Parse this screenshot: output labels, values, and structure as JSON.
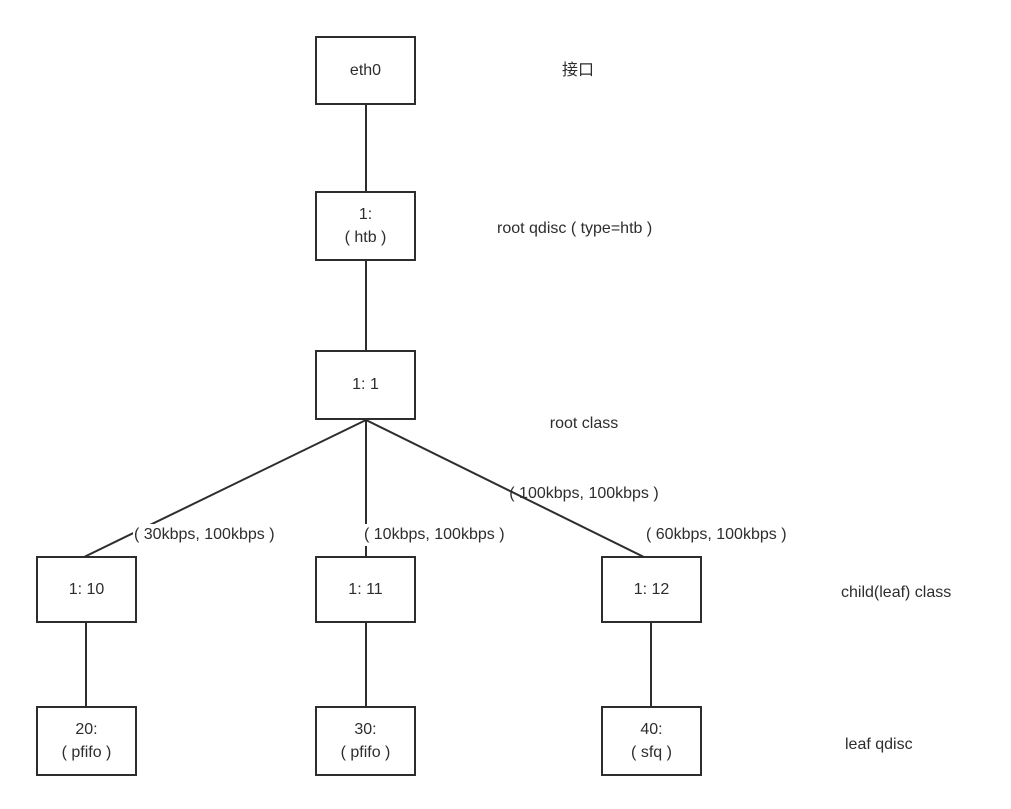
{
  "diagram": {
    "title_text": "",
    "stroke_color": "#2d2d2d",
    "background_color": "#ffffff",
    "nodes": {
      "eth0": {
        "line1": "eth0",
        "line2": ""
      },
      "qdisc_root": {
        "line1": "1:",
        "line2": "( htb )"
      },
      "class_root": {
        "line1": "1: 1",
        "line2": ""
      },
      "class_10": {
        "line1": "1: 10",
        "line2": ""
      },
      "class_11": {
        "line1": "1: 11",
        "line2": ""
      },
      "class_12": {
        "line1": "1: 12",
        "line2": ""
      },
      "qdisc_20": {
        "line1": "20:",
        "line2": "( pfifo )"
      },
      "qdisc_30": {
        "line1": "30:",
        "line2": "( pfifo )"
      },
      "qdisc_40": {
        "line1": "40:",
        "line2": "( sfq )"
      }
    },
    "annotations": {
      "interface": "接口",
      "root_qdisc": "root qdisc ( type=htb )",
      "root_class_line1": "root class",
      "root_class_line2": "( 100kbps, 100kbps )",
      "child_class": "child(leaf) class",
      "leaf_qdisc": "leaf qdisc"
    },
    "edge_labels": {
      "to_class_10": "( 30kbps, 100kbps )",
      "to_class_11": "( 10kbps, 100kbps )",
      "to_class_12": "( 60kbps, 100kbps )"
    }
  }
}
